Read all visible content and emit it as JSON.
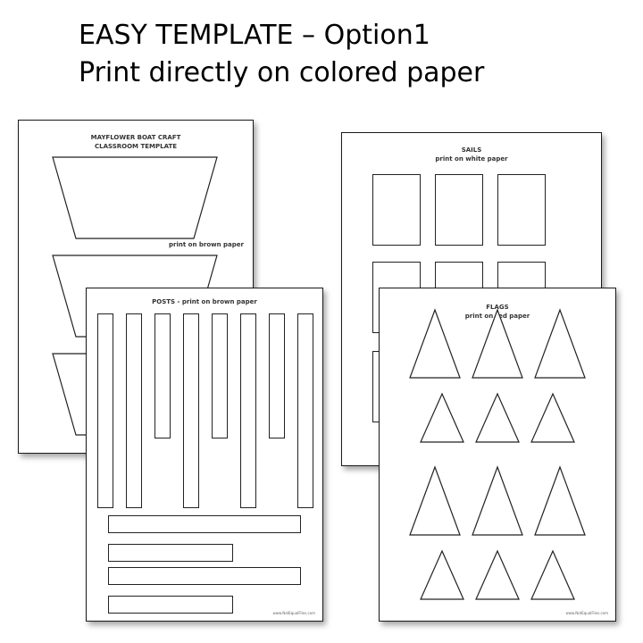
{
  "header": {
    "line1": "EASY TEMPLATE – Option1",
    "line2": "Print directly on colored paper"
  },
  "sheets": {
    "boat": {
      "title_line1": "MAYFLOWER BOAT CRAFT",
      "title_line2": "CLASSROOM TEMPLATE",
      "note": "print on brown paper"
    },
    "sails": {
      "title": "SAILS",
      "note": "print on white paper"
    },
    "posts": {
      "title": "POSTS - print on brown paper",
      "url": "www.NotEqualFiles.com"
    },
    "flags": {
      "title": "FLAGS",
      "note": "print on red paper",
      "url": "www.NotEqualFiles.com"
    }
  },
  "colors": {
    "sheet_border": "#1a1a1a",
    "shape_stroke": "#222222",
    "background": "#ffffff"
  }
}
